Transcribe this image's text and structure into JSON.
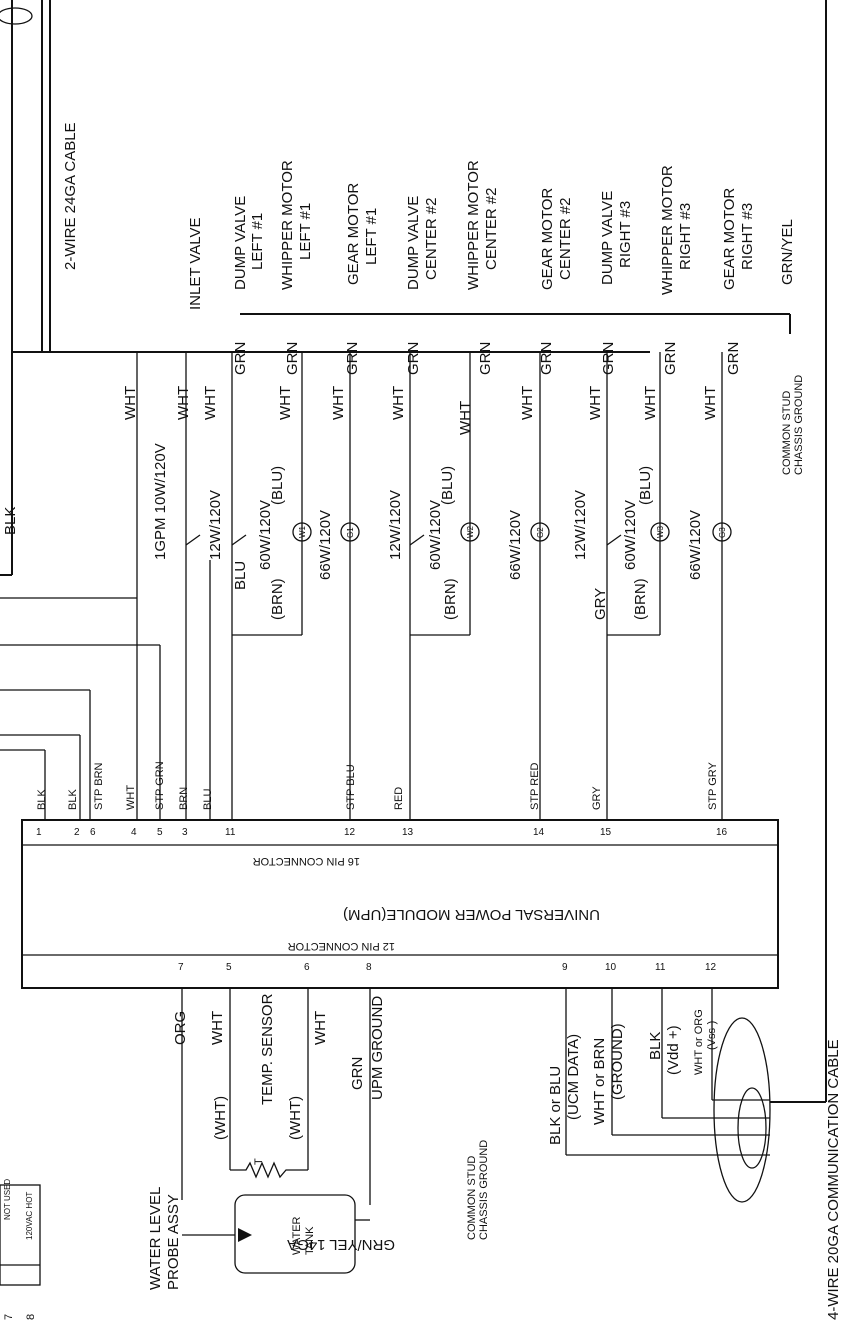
{
  "top_cable": "2-WIRE 24GA CABLE",
  "bottom_cable": "4-WIRE 20GA COMMUNICATION CABLE",
  "module": {
    "title": "UNIVERSAL POWER MODULE(UPM)",
    "connector16": "16 PIN CONNECTOR",
    "connector12": "12 PIN CONNECTOR"
  },
  "pins16": [
    "1",
    "2",
    "6",
    "4",
    "5",
    "3",
    "11",
    "12",
    "13",
    "14",
    "15",
    "16"
  ],
  "pins12": [
    "7",
    "5",
    "6",
    "8",
    "9",
    "10",
    "11",
    "12"
  ],
  "wires16": [
    "BLK",
    "BLK",
    "STP BRN",
    "WHT",
    "STP GRN",
    "BRN",
    "BLU",
    "STP BLU",
    "RED",
    "STP RED",
    "GRY",
    "STP GRY"
  ],
  "bus_labels": {
    "blk": "BLK",
    "wht_main": "WHT",
    "wht_inlet": "WHT",
    "wht_rows": [
      "WHT",
      "WHT",
      "WHT",
      "WHT",
      "WHT",
      "WHT",
      "WHT",
      "WHT",
      "WHT"
    ],
    "grn_rows": [
      "GRN",
      "GRN",
      "GRN",
      "GRN",
      "GRN",
      "GRN",
      "GRN",
      "GRN",
      "GRN"
    ],
    "blu": "BLU",
    "gry": "GRY",
    "grn_yel": "GRN/YEL"
  },
  "ratings": {
    "inlet": "1GPM 10W/120V",
    "valve": "12W/120V",
    "whipper": "60W/120V",
    "gear": "66W/120V",
    "blu": "(BLU)",
    "brn": "(BRN)"
  },
  "motor_marks": [
    "W1",
    "G1",
    "W2",
    "G2",
    "W3",
    "G3"
  ],
  "loads": [
    {
      "l1": "INLET VALVE",
      "l2": ""
    },
    {
      "l1": "DUMP VALVE",
      "l2": "LEFT #1"
    },
    {
      "l1": "WHIPPER MOTOR",
      "l2": "LEFT #1"
    },
    {
      "l1": "GEAR MOTOR",
      "l2": "LEFT #1"
    },
    {
      "l1": "DUMP VALVE",
      "l2": "CENTER #2"
    },
    {
      "l1": "WHIPPER MOTOR",
      "l2": "CENTER #2"
    },
    {
      "l1": "GEAR MOTOR",
      "l2": "CENTER #2"
    },
    {
      "l1": "DUMP VALVE",
      "l2": "RIGHT #3"
    },
    {
      "l1": "WHIPPER MOTOR",
      "l2": "RIGHT #3"
    },
    {
      "l1": "GEAR MOTOR",
      "l2": "RIGHT #3"
    }
  ],
  "ground_top": {
    "l1": "COMMON STUD",
    "l2": "CHASSIS GROUND"
  },
  "ground_bottom": {
    "l1": "COMMON STUD",
    "l2": "CHASSIS GROUND"
  },
  "left12": {
    "org": "ORG",
    "wht1": "WHT",
    "wht2": "WHT",
    "temp_sensor": "TEMP. SENSOR",
    "whtp1": "(WHT)",
    "whtp2": "(WHT)",
    "t_mark": "T",
    "grn": "GRN",
    "upm_ground": "UPM GROUND",
    "water_level1": "WATER LEVEL",
    "water_level2": "PROBE ASSY",
    "water_tank1": "WATER",
    "water_tank2": "TANK",
    "grn_yel_14": "GRN/YEL 14GA"
  },
  "comm": {
    "blk_blu": "BLK or BLU",
    "ucm_data": "(UCM DATA)",
    "wht_brn": "WHT or BRN",
    "ground": "(GROUND)",
    "blk": "BLK",
    "vdd": "(Vdd +)",
    "wht_org": "WHT or ORG",
    "vss": "(Vss-)"
  },
  "table": {
    "rows": [
      {
        "n": "7",
        "v": "NOT USED"
      },
      {
        "n": "8",
        "v": "120VAC HOT"
      }
    ]
  }
}
